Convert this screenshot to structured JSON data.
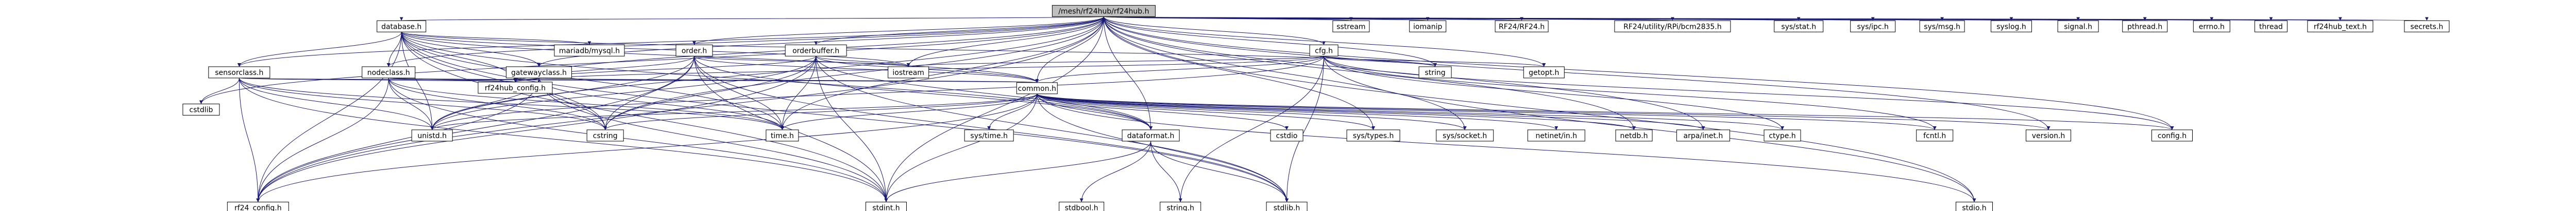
{
  "graph": {
    "colors": {
      "edge": "#191970",
      "node_border": "#000000",
      "node_fill": "#ffffff",
      "root_fill": "#bfbfbf",
      "text": "#000000"
    },
    "nodes": [
      {
        "id": "root",
        "label": "/mesh/rf24hub/rf24hub.h",
        "root": true
      },
      {
        "id": "database",
        "label": "database.h"
      },
      {
        "id": "order",
        "label": "order.h"
      },
      {
        "id": "orderbuffer",
        "label": "orderbuffer.h"
      },
      {
        "id": "cfg",
        "label": "cfg.h"
      },
      {
        "id": "sensorclass",
        "label": "sensorclass.h"
      },
      {
        "id": "nodeclass",
        "label": "nodeclass.h"
      },
      {
        "id": "gatewayclass",
        "label": "gatewayclass.h"
      },
      {
        "id": "mariadb",
        "label": "mariadb/mysql.h"
      },
      {
        "id": "rf24hub_config",
        "label": "rf24hub_config.h"
      },
      {
        "id": "common",
        "label": "common.h"
      },
      {
        "id": "cstdlib",
        "label": "cstdlib"
      },
      {
        "id": "iostream",
        "label": "iostream"
      },
      {
        "id": "string",
        "label": "string"
      },
      {
        "id": "getopt",
        "label": "getopt.h"
      },
      {
        "id": "sstream",
        "label": "sstream"
      },
      {
        "id": "iomanip",
        "label": "iomanip"
      },
      {
        "id": "rf24",
        "label": "RF24/RF24.h"
      },
      {
        "id": "bcm",
        "label": "RF24/utility/RPi/bcm2835.h"
      },
      {
        "id": "sysstat",
        "label": "sys/stat.h"
      },
      {
        "id": "sysipc",
        "label": "sys/ipc.h"
      },
      {
        "id": "sysmsg",
        "label": "sys/msg.h"
      },
      {
        "id": "syslog",
        "label": "syslog.h"
      },
      {
        "id": "signal",
        "label": "signal.h"
      },
      {
        "id": "pthread",
        "label": "pthread.h"
      },
      {
        "id": "errno",
        "label": "errno.h"
      },
      {
        "id": "thread",
        "label": "thread"
      },
      {
        "id": "rf24hub_text",
        "label": "rf24hub_text.h"
      },
      {
        "id": "secrets",
        "label": "secrets.h"
      },
      {
        "id": "unistd",
        "label": "unistd.h"
      },
      {
        "id": "cstring",
        "label": "cstring"
      },
      {
        "id": "timeh",
        "label": "time.h"
      },
      {
        "id": "systime",
        "label": "sys/time.h"
      },
      {
        "id": "dataformat",
        "label": "dataformat.h"
      },
      {
        "id": "cstdio",
        "label": "cstdio"
      },
      {
        "id": "systypes",
        "label": "sys/types.h"
      },
      {
        "id": "syssocket",
        "label": "sys/socket.h"
      },
      {
        "id": "netinet",
        "label": "netinet/in.h"
      },
      {
        "id": "netdb",
        "label": "netdb.h"
      },
      {
        "id": "arpainet",
        "label": "arpa/inet.h"
      },
      {
        "id": "ctype",
        "label": "ctype.h"
      },
      {
        "id": "fcntl",
        "label": "fcntl.h"
      },
      {
        "id": "version",
        "label": "version.h"
      },
      {
        "id": "config",
        "label": "config.h"
      },
      {
        "id": "rf24_config",
        "label": "rf24_config.h"
      },
      {
        "id": "stdint",
        "label": "stdint.h"
      },
      {
        "id": "stdbool",
        "label": "stdbool.h"
      },
      {
        "id": "stringh",
        "label": "string.h"
      },
      {
        "id": "stdlib",
        "label": "stdlib.h"
      },
      {
        "id": "stdio",
        "label": "stdio.h"
      }
    ],
    "edges": [
      [
        "root",
        "database"
      ],
      [
        "root",
        "order"
      ],
      [
        "root",
        "orderbuffer"
      ],
      [
        "root",
        "cfg"
      ],
      [
        "root",
        "sensorclass"
      ],
      [
        "root",
        "nodeclass"
      ],
      [
        "root",
        "gatewayclass"
      ],
      [
        "root",
        "common"
      ],
      [
        "root",
        "rf24hub_config"
      ],
      [
        "root",
        "cstdlib"
      ],
      [
        "root",
        "iostream"
      ],
      [
        "root",
        "string"
      ],
      [
        "root",
        "getopt"
      ],
      [
        "root",
        "sstream"
      ],
      [
        "root",
        "iomanip"
      ],
      [
        "root",
        "rf24"
      ],
      [
        "root",
        "bcm"
      ],
      [
        "root",
        "sysstat"
      ],
      [
        "root",
        "sysipc"
      ],
      [
        "root",
        "sysmsg"
      ],
      [
        "root",
        "syslog"
      ],
      [
        "root",
        "signal"
      ],
      [
        "root",
        "pthread"
      ],
      [
        "root",
        "errno"
      ],
      [
        "root",
        "thread"
      ],
      [
        "root",
        "rf24hub_text"
      ],
      [
        "root",
        "secrets"
      ],
      [
        "root",
        "unistd"
      ],
      [
        "root",
        "cstring"
      ],
      [
        "root",
        "timeh"
      ],
      [
        "root",
        "dataformat"
      ],
      [
        "root",
        "systypes"
      ],
      [
        "root",
        "syssocket"
      ],
      [
        "root",
        "netdb"
      ],
      [
        "root",
        "arpainet"
      ],
      [
        "root",
        "config"
      ],
      [
        "root",
        "rf24_config"
      ],
      [
        "root",
        "stdint"
      ],
      [
        "root",
        "stdio"
      ],
      [
        "root",
        "version"
      ],
      [
        "database",
        "sensorclass"
      ],
      [
        "database",
        "nodeclass"
      ],
      [
        "database",
        "gatewayclass"
      ],
      [
        "database",
        "mariadb"
      ],
      [
        "database",
        "rf24hub_config"
      ],
      [
        "database",
        "common"
      ],
      [
        "database",
        "iostream"
      ],
      [
        "database",
        "cstring"
      ],
      [
        "database",
        "timeh"
      ],
      [
        "database",
        "unistd"
      ],
      [
        "database",
        "stdint"
      ],
      [
        "database",
        "rf24_config"
      ],
      [
        "database",
        "dataformat"
      ],
      [
        "database",
        "stdlib"
      ],
      [
        "database",
        "string"
      ],
      [
        "order",
        "rf24hub_config"
      ],
      [
        "order",
        "common"
      ],
      [
        "order",
        "iostream"
      ],
      [
        "order",
        "unistd"
      ],
      [
        "order",
        "cstring"
      ],
      [
        "order",
        "timeh"
      ],
      [
        "order",
        "stdint"
      ],
      [
        "order",
        "dataformat"
      ],
      [
        "order",
        "rf24_config"
      ],
      [
        "order",
        "stdlib"
      ],
      [
        "orderbuffer",
        "rf24hub_config"
      ],
      [
        "orderbuffer",
        "common"
      ],
      [
        "orderbuffer",
        "iostream"
      ],
      [
        "orderbuffer",
        "unistd"
      ],
      [
        "orderbuffer",
        "cstring"
      ],
      [
        "orderbuffer",
        "timeh"
      ],
      [
        "orderbuffer",
        "stdint"
      ],
      [
        "orderbuffer",
        "dataformat"
      ],
      [
        "orderbuffer",
        "rf24_config"
      ],
      [
        "orderbuffer",
        "stdlib"
      ],
      [
        "cfg",
        "common"
      ],
      [
        "cfg",
        "string"
      ],
      [
        "cfg",
        "getopt"
      ],
      [
        "cfg",
        "iostream"
      ],
      [
        "cfg",
        "config"
      ],
      [
        "cfg",
        "rf24hub_config"
      ],
      [
        "cfg",
        "ctype"
      ],
      [
        "cfg",
        "fcntl"
      ],
      [
        "cfg",
        "stdio"
      ],
      [
        "cfg",
        "stdlib"
      ],
      [
        "cfg",
        "stringh"
      ],
      [
        "cfg",
        "unistd"
      ],
      [
        "sensorclass",
        "cstdlib"
      ],
      [
        "sensorclass",
        "rf24hub_config"
      ],
      [
        "sensorclass",
        "common"
      ],
      [
        "sensorclass",
        "unistd"
      ],
      [
        "sensorclass",
        "cstring"
      ],
      [
        "sensorclass",
        "timeh"
      ],
      [
        "sensorclass",
        "stdint"
      ],
      [
        "sensorclass",
        "rf24_config"
      ],
      [
        "nodeclass",
        "rf24hub_config"
      ],
      [
        "nodeclass",
        "common"
      ],
      [
        "nodeclass",
        "unistd"
      ],
      [
        "nodeclass",
        "cstring"
      ],
      [
        "nodeclass",
        "timeh"
      ],
      [
        "nodeclass",
        "stdint"
      ],
      [
        "nodeclass",
        "rf24_config"
      ],
      [
        "gatewayclass",
        "rf24hub_config"
      ],
      [
        "gatewayclass",
        "common"
      ],
      [
        "gatewayclass",
        "unistd"
      ],
      [
        "gatewayclass",
        "cstring"
      ],
      [
        "gatewayclass",
        "timeh"
      ],
      [
        "gatewayclass",
        "stdint"
      ],
      [
        "gatewayclass",
        "rf24_config"
      ],
      [
        "common",
        "unistd"
      ],
      [
        "common",
        "cstring"
      ],
      [
        "common",
        "timeh"
      ],
      [
        "common",
        "systime"
      ],
      [
        "common",
        "dataformat"
      ],
      [
        "common",
        "cstdio"
      ],
      [
        "common",
        "systypes"
      ],
      [
        "common",
        "syssocket"
      ],
      [
        "common",
        "netinet"
      ],
      [
        "common",
        "netdb"
      ],
      [
        "common",
        "arpainet"
      ],
      [
        "common",
        "ctype"
      ],
      [
        "common",
        "fcntl"
      ],
      [
        "common",
        "version"
      ],
      [
        "common",
        "config"
      ],
      [
        "common",
        "rf24_config"
      ],
      [
        "common",
        "stdint"
      ],
      [
        "common",
        "stdlib"
      ],
      [
        "common",
        "stdio"
      ],
      [
        "dataformat",
        "stdint"
      ],
      [
        "dataformat",
        "stdbool"
      ],
      [
        "dataformat",
        "stringh"
      ],
      [
        "dataformat",
        "stdlib"
      ]
    ]
  }
}
